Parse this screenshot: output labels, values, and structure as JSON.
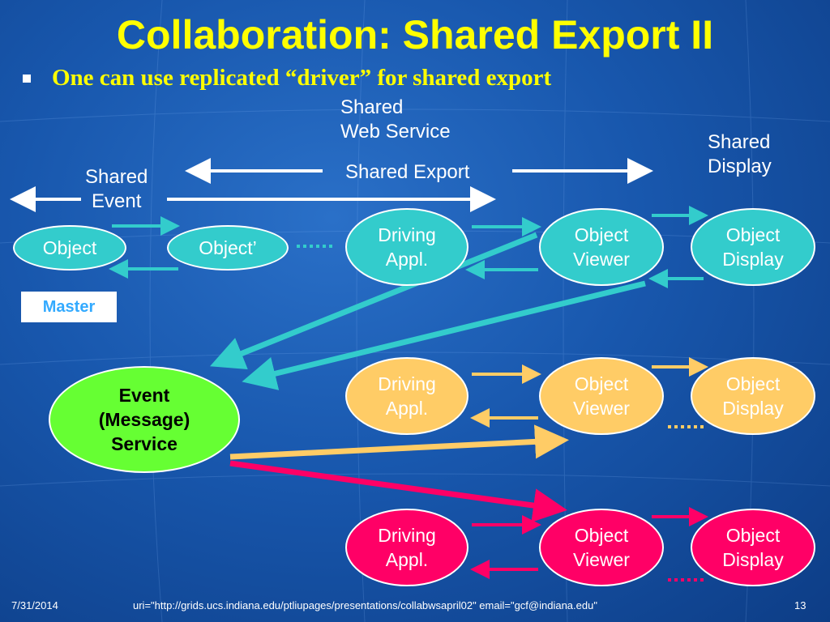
{
  "title": "Collaboration: Shared Export II",
  "bullet": "One can use replicated “driver” for shared export",
  "labels": {
    "shared_web_service": "Shared\nWeb Service",
    "shared_display": "Shared\nDisplay",
    "shared_export": "Shared Export",
    "shared_event": "Shared\nEvent"
  },
  "nodes": {
    "object": "Object",
    "object_prime": "Object’",
    "driving_1": "Driving\nAppl.",
    "viewer_1": "Object\nViewer",
    "display_1": "Object\nDisplay",
    "driving_2": "Driving\nAppl.",
    "viewer_2": "Object\nViewer",
    "display_2": "Object\nDisplay",
    "driving_3": "Driving\nAppl.",
    "viewer_3": "Object\nViewer",
    "display_3": "Object\nDisplay",
    "event_service": "Event\n(Message)\nService"
  },
  "master": "Master",
  "colors": {
    "teal": "#33cccc",
    "orange": "#ffcc66",
    "pink": "#ff0066",
    "green": "#66ff33",
    "title": "#ffff00"
  },
  "footer": {
    "date": "7/31/2014",
    "uri": "uri=\"http://grids.ucs.indiana.edu/ptliupages/presentations/collabwsapril02\" email=\"gcf@indiana.edu\"",
    "page": "13"
  }
}
